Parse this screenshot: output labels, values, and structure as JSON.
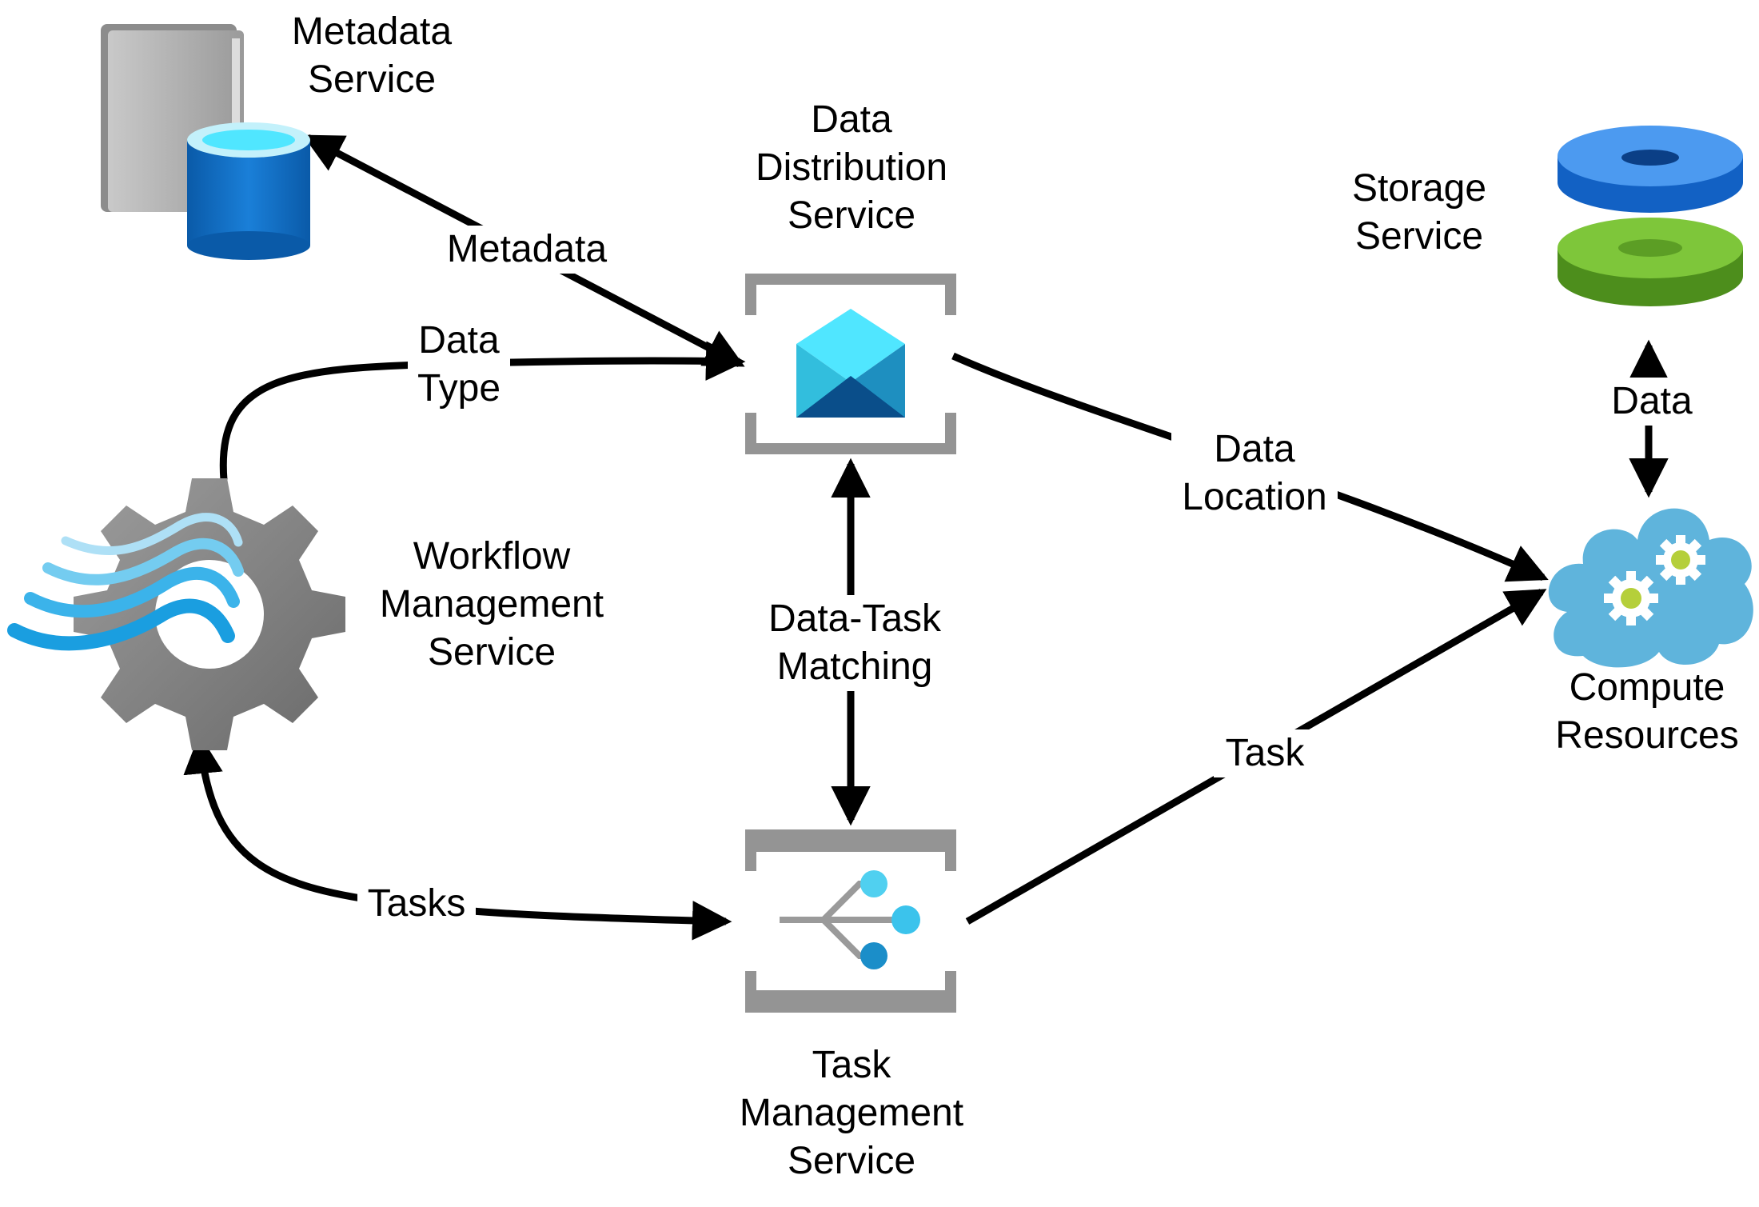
{
  "nodes": {
    "metadata_service": {
      "line1": "Metadata",
      "line2": "Service"
    },
    "data_distribution_service": {
      "line1": "Data",
      "line2": "Distribution",
      "line3": "Service"
    },
    "storage_service": {
      "line1": "Storage",
      "line2": "Service"
    },
    "workflow_management_service": {
      "line1": "Workflow",
      "line2": "Management",
      "line3": "Service"
    },
    "compute_resources": {
      "line1": "Compute",
      "line2": "Resources"
    },
    "task_management_service": {
      "line1": "Task",
      "line2": "Management",
      "line3": "Service"
    }
  },
  "edges": {
    "metadata": "Metadata",
    "data_type_line1": "Data",
    "data_type_line2": "Type",
    "data_location_line1": "Data",
    "data_location_line2": "Location",
    "data": "Data",
    "data_task_matching_line1": "Data-Task",
    "data_task_matching_line2": "Matching",
    "tasks": "Tasks",
    "task": "Task"
  },
  "icons": {
    "metadata_service": "database-server-icon",
    "data_distribution_service": "event-envelope-icon",
    "storage_service": "storage-disks-icon",
    "workflow_management_service": "workflow-gear-icon",
    "compute_resources": "cloud-gears-icon",
    "task_management_service": "task-fork-icon"
  },
  "colors": {
    "arrow": "#000000",
    "gray_frame": "#8a8a8a",
    "azure_blue": "#0f6cbd",
    "cyan": "#50e6ff",
    "green": "#6fbe2c",
    "cloud_blue": "#5fb4dc"
  }
}
